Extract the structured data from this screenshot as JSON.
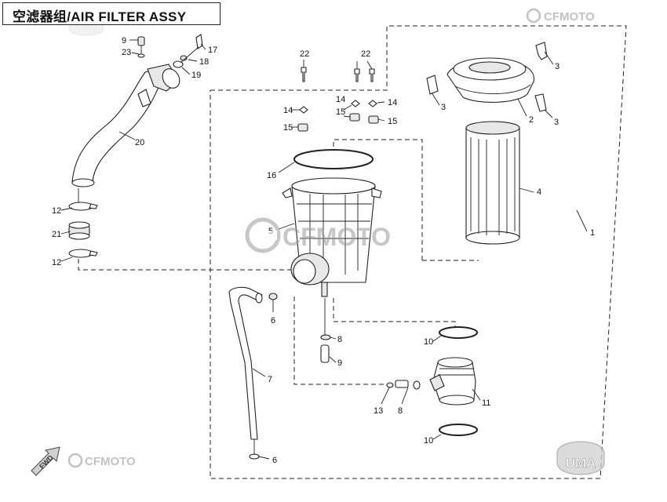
{
  "title": "空滤器组/AIR FILTER ASSY",
  "watermarks": {
    "brand": "CFMOTO",
    "badge": "UMA"
  },
  "fwd_label": "FWD",
  "colors": {
    "line": "#222222",
    "watermark": "#9a9a9a",
    "background": "#ffffff"
  },
  "callouts": [
    {
      "id": "c1",
      "label": "1"
    },
    {
      "id": "c2",
      "label": "2"
    },
    {
      "id": "c3a",
      "label": "3"
    },
    {
      "id": "c3b",
      "label": "3"
    },
    {
      "id": "c3c",
      "label": "3"
    },
    {
      "id": "c4",
      "label": "4"
    },
    {
      "id": "c5",
      "label": "5"
    },
    {
      "id": "c6a",
      "label": "6"
    },
    {
      "id": "c6b",
      "label": "6"
    },
    {
      "id": "c7",
      "label": "7"
    },
    {
      "id": "c8a",
      "label": "8"
    },
    {
      "id": "c8b",
      "label": "8"
    },
    {
      "id": "c9a",
      "label": "9"
    },
    {
      "id": "c9b",
      "label": "9"
    },
    {
      "id": "c10a",
      "label": "10"
    },
    {
      "id": "c10b",
      "label": "10"
    },
    {
      "id": "c11",
      "label": "11"
    },
    {
      "id": "c12a",
      "label": "12"
    },
    {
      "id": "c12b",
      "label": "12"
    },
    {
      "id": "c13",
      "label": "13"
    },
    {
      "id": "c14a",
      "label": "14"
    },
    {
      "id": "c14b",
      "label": "14"
    },
    {
      "id": "c14c",
      "label": "14"
    },
    {
      "id": "c15a",
      "label": "15"
    },
    {
      "id": "c15b",
      "label": "15"
    },
    {
      "id": "c15c",
      "label": "15"
    },
    {
      "id": "c16",
      "label": "16"
    },
    {
      "id": "c17",
      "label": "17"
    },
    {
      "id": "c18",
      "label": "18"
    },
    {
      "id": "c19",
      "label": "19"
    },
    {
      "id": "c20",
      "label": "20"
    },
    {
      "id": "c21",
      "label": "21"
    },
    {
      "id": "c22a",
      "label": "22"
    },
    {
      "id": "c22b",
      "label": "22"
    },
    {
      "id": "c23",
      "label": "23"
    }
  ]
}
